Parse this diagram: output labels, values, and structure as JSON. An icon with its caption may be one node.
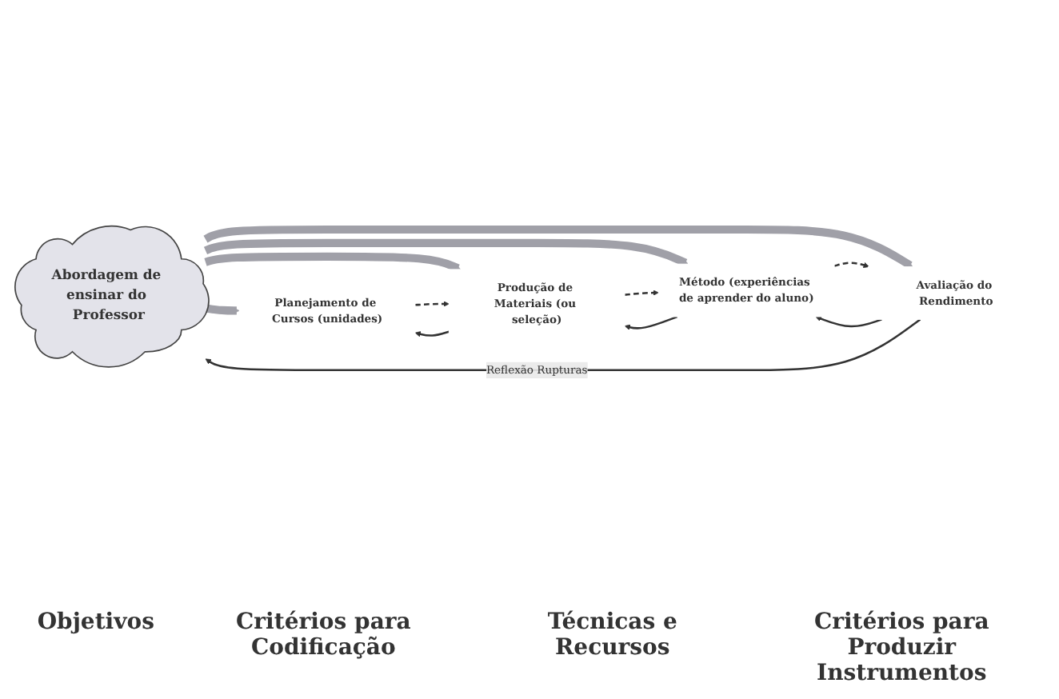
{
  "diagram": {
    "nodes": [
      {
        "text": [
          "Abordagem de ensinar do Professor"
        ]
      },
      {
        "text": [
          "Planejamento de Cursos (unidades)"
        ]
      },
      {
        "text": [
          "Produção de Materiais (ou seleção)"
        ]
      },
      {
        "text": [
          "Método (experiências de aprender do aluno)"
        ]
      },
      {
        "text": [
          "Avaliação do Rendimento"
        ]
      }
    ],
    "edges": [
      {
        "from": 0,
        "to": 1,
        "arrow": "to",
        "style": "thick",
        "color": "#a0a0a8"
      },
      {
        "from": 0,
        "to": 2,
        "arrow": "to",
        "style": "thick",
        "color": "#a0a0a8"
      },
      {
        "from": 0,
        "to": 3,
        "arrow": "to",
        "style": "thick",
        "color": "#a0a0a8"
      },
      {
        "from": 0,
        "to": 4,
        "arrow": "to",
        "style": "thick",
        "color": "#a0a0a8"
      },
      {
        "from": 2,
        "to": 1,
        "arrow": "to"
      },
      {
        "from": 3,
        "to": 2,
        "arrow": "to"
      },
      {
        "from": 4,
        "to": 3,
        "arrow": "to"
      },
      {
        "from": 1,
        "to": 2,
        "arrow": "to",
        "style": "dashed"
      },
      {
        "from": 2,
        "to": 3,
        "arrow": "to",
        "style": "dashed"
      },
      {
        "from": 3,
        "to": 4,
        "arrow": "to",
        "style": "dashed"
      },
      {
        "from": 4,
        "to": 0,
        "arrow": "to",
        "label": "Reflexão Rupturas"
      }
    ],
    "labels": [
      "Objetivos",
      "Critérios para Codificação",
      "Técnicas e Recursos",
      "Critérios para Produzir Instrumentos"
    ]
  }
}
